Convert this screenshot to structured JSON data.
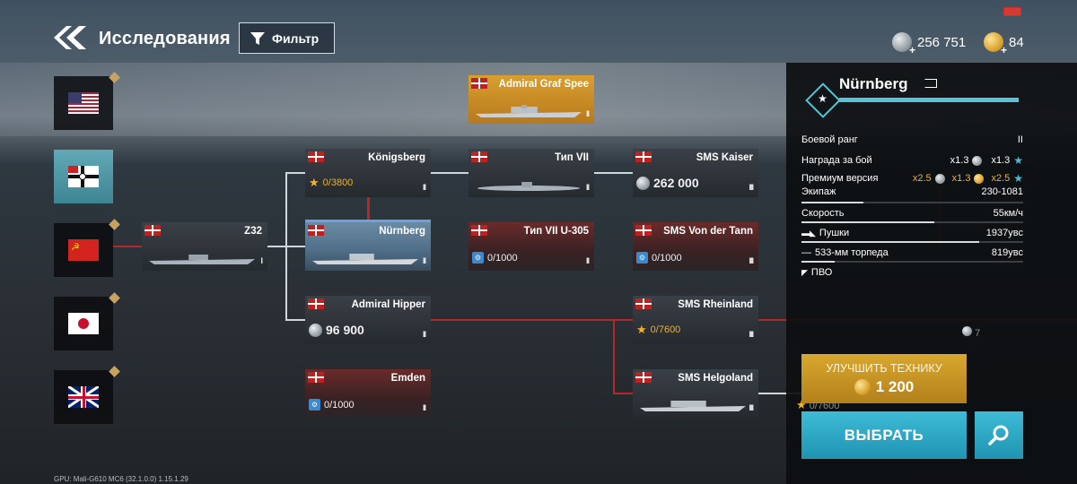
{
  "header": {
    "title": "Исследования",
    "filter_label": "Фильтр",
    "silver": "256 751",
    "gold": "84"
  },
  "nations": [
    {
      "name": "usa",
      "icon": "us-flag-icon"
    },
    {
      "name": "germany",
      "icon": "german-naval-flag-icon",
      "selected": true
    },
    {
      "name": "ussr",
      "icon": "soviet-flag-icon"
    },
    {
      "name": "japan",
      "icon": "japan-flag-icon"
    },
    {
      "name": "uk",
      "icon": "uk-flag-icon"
    }
  ],
  "ships": {
    "graf_spee": {
      "name": "Admiral Graf Spee",
      "tier": "II"
    },
    "z32": {
      "name": "Z32",
      "tier": "I"
    },
    "konigsberg": {
      "name": "Königsberg",
      "progress": "0/3800",
      "tier": "II"
    },
    "nurnberg": {
      "name": "Nürnberg",
      "tier": "II"
    },
    "hipper": {
      "name": "Admiral Hipper",
      "price": "96 900",
      "tier": "II"
    },
    "emden": {
      "name": "Emden",
      "progress": "0/1000",
      "tier": "II"
    },
    "typ7": {
      "name": "Тип VII",
      "tier": "II"
    },
    "typ7_u305": {
      "name": "Тип VII U-305",
      "progress": "0/1000",
      "tier": "II"
    },
    "kaiser": {
      "name": "SMS Kaiser",
      "price": "262 000",
      "tier": "III"
    },
    "von_der_tann": {
      "name": "SMS Von der Tann",
      "progress": "0/1000",
      "tier": "III"
    },
    "rheinland": {
      "name": "SMS Rheinland",
      "progress": "0/7600",
      "tier": "III"
    },
    "helgoland": {
      "name": "SMS Helgoland",
      "tier": "III"
    },
    "offscreen_hidden": {
      "progress": "0/7600",
      "price_fragment": "7"
    }
  },
  "panel": {
    "ship_name": "Nürnberg",
    "rank_label": "Боевой ранг",
    "rank_value": "II",
    "reward_label": "Награда за бой",
    "reward_silver": "x1.3",
    "reward_xp": "x1.3",
    "premium_label": "Премиум версия",
    "premium_silver": "x2.5",
    "premium_gold": "x1.3",
    "premium_xp": "x2.5",
    "crew_label": "Экипаж",
    "crew_value": "230-1081",
    "speed_label": "Скорость",
    "speed_value": "55км/ч",
    "guns_label": "Пушки",
    "guns_value": "1937увс",
    "torpedo_label": "533-мм торпеда",
    "torpedo_value": "819увс",
    "aa_label": "ПВО",
    "upgrade_label": "УЛУЧШИТЬ ТЕХНИКУ",
    "upgrade_cost": "1 200",
    "select_label": "ВЫБРАТЬ"
  },
  "footer": "GPU: Mali-G610 MC6 (32.1.0.0)   1.15.1.29",
  "colors": {
    "accent_cyan": "#3ebbd6",
    "gold": "#d9a82e",
    "tech_line_red": "#b4282a"
  }
}
